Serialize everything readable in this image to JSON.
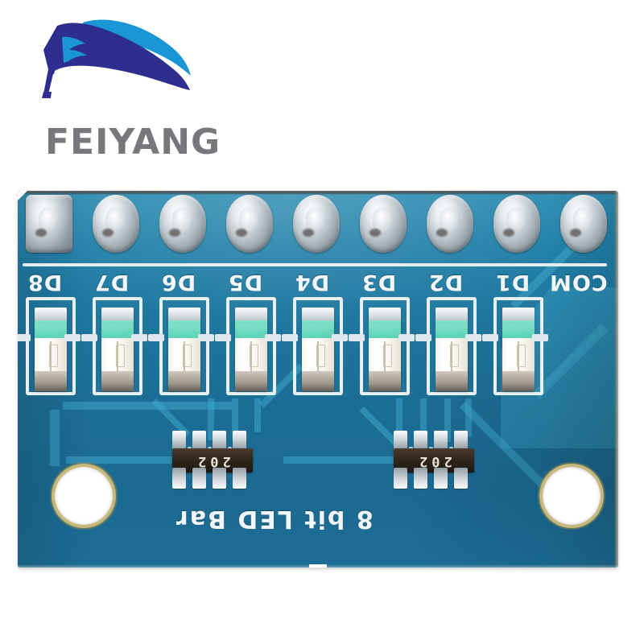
{
  "brand": {
    "name": "FEIYANG",
    "logo_icon": "feiyang-wave-logo",
    "colors": {
      "dark_blue": "#2e2e8f",
      "light_blue": "#1b96d5",
      "wordmark_gray": "#77787b"
    }
  },
  "board": {
    "name": "8 bit LED Bar",
    "silkscreen_orientation": "rotated-180",
    "colors": {
      "soldermask": "#1d6f96",
      "soldermask_light": "#2f8fb4",
      "silkscreen": "#f2f6f8",
      "copper_trace": "#3fa8c9",
      "pad_solder": "#c3ccd2",
      "resistor_body": "#2e241b",
      "led_body": "#f7f5ef",
      "led_phosphor": "#49cfb0",
      "hole_ring": "#c8b77a"
    },
    "pin_header": {
      "pad_count": 9,
      "labels": [
        "D8",
        "D7",
        "D6",
        "D5",
        "D4",
        "D3",
        "D2",
        "D1",
        "COM"
      ],
      "first_pad_shape": "square",
      "other_pad_shape": "round"
    },
    "leds": {
      "count": 8,
      "package": "0805",
      "designators": [
        "D8",
        "D7",
        "D6",
        "D5",
        "D4",
        "D3",
        "D2",
        "D1"
      ]
    },
    "resistor_networks": [
      {
        "marking": "202",
        "pin_count": 8,
        "position": "left"
      },
      {
        "marking": "202",
        "pin_count": 8,
        "position": "right"
      }
    ],
    "mounting_holes": 2
  }
}
